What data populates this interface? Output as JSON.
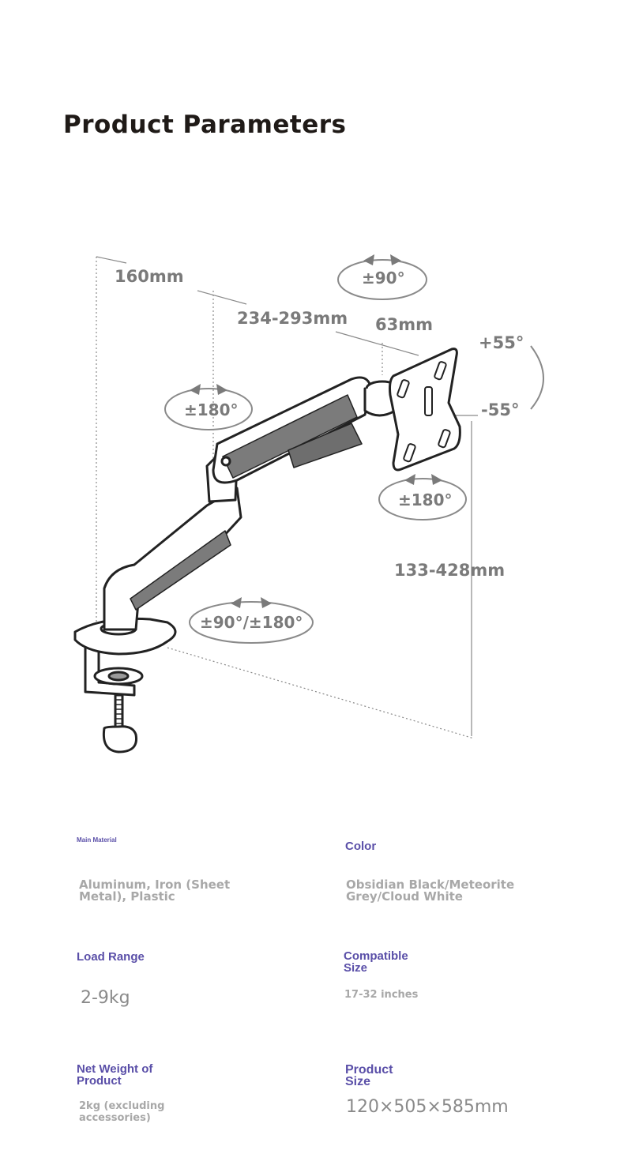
{
  "title": "Product Parameters",
  "dimensions": {
    "depth_base": "160mm",
    "arm_length": "234-293mm",
    "head_offset": "63mm",
    "tilt_up": "+55°",
    "tilt_down": "-55°",
    "swivel_top": "±90°",
    "swivel_elbow": "±180°",
    "rotation_vesa": "±180°",
    "swivel_base": "±90°/±180°",
    "height_range": "133-428mm"
  },
  "params": {
    "main_material": {
      "label": "Main Material",
      "value": "Aluminum, Iron (Sheet Metal), Plastic"
    },
    "color": {
      "label": "Color",
      "value": "Obsidian Black/Meteorite Grey/Cloud White"
    },
    "load_range": {
      "label": "Load Range",
      "value": "2-9kg"
    },
    "compatible_size": {
      "label": "Compatible Size",
      "value": "17-32 inches"
    },
    "net_weight": {
      "label": "Net Weight of Product",
      "value": "2kg (excluding accessories)"
    },
    "product_size": {
      "label": "Product Size",
      "value": "120×505×585mm"
    }
  }
}
